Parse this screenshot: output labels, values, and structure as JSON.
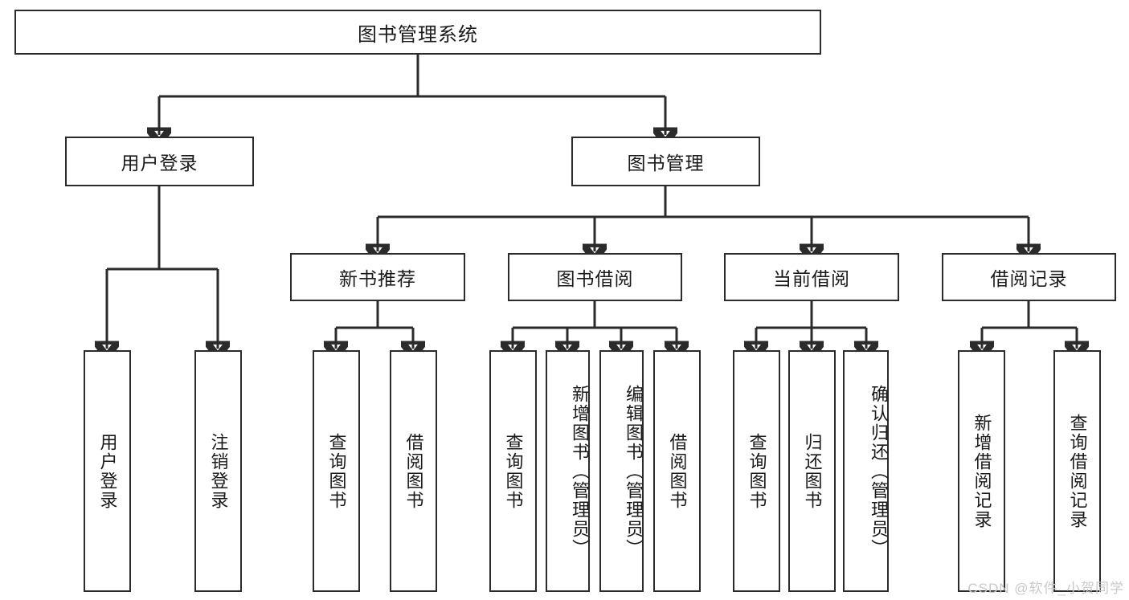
{
  "diagram": {
    "title": "图书管理系统",
    "type": "tree",
    "root": {
      "label": "图书管理系统"
    },
    "level1": [
      {
        "label": "用户登录"
      },
      {
        "label": "图书管理"
      }
    ],
    "level2": [
      {
        "label": "新书推荐"
      },
      {
        "label": "图书借阅"
      },
      {
        "label": "当前借阅"
      },
      {
        "label": "借阅记录"
      }
    ],
    "leaves": {
      "user_login": [
        {
          "label": "用户登录"
        },
        {
          "label": "注销登录"
        }
      ],
      "new_book_recommend": [
        {
          "label": "查询图书"
        },
        {
          "label": "借阅图书"
        }
      ],
      "book_borrow": [
        {
          "label": "查询图书"
        },
        {
          "label": "新增图书（管理员）"
        },
        {
          "label": "编辑图书（管理员）"
        },
        {
          "label": "借阅图书"
        }
      ],
      "current_borrow": [
        {
          "label": "查询图书"
        },
        {
          "label": "归还图书"
        },
        {
          "label": "确认归还（管理员）"
        }
      ],
      "borrow_record": [
        {
          "label": "新增借阅记录"
        },
        {
          "label": "查询借阅记录"
        }
      ]
    }
  },
  "watermark": {
    "text": "CSDN @软件_小贺同学"
  },
  "colors": {
    "border": "#2b2b2b",
    "background": "#ffffff",
    "text": "#1a1a1a",
    "watermark": "#c9c9c9"
  }
}
